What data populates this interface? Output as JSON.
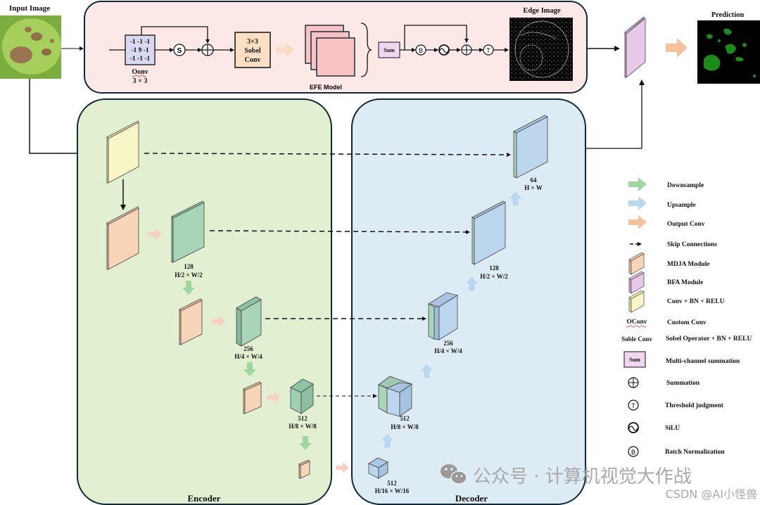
{
  "diagram": {
    "input_image_label": "Input Image",
    "edge_image_label": "Edge Image",
    "prediction_label": "Prediction",
    "efe": {
      "module_label": "EFE Model",
      "kernel_rows": [
        "-1 -1 -1",
        "-1  9 -1",
        "-1 -1 -1"
      ],
      "oconv_label": "Oonv",
      "oconv_size": "3 × 3",
      "sobel_lines": [
        "3×3",
        "Sobel",
        "Conv"
      ],
      "sum_label": "Sum",
      "ops_first": [
        "S",
        "+"
      ],
      "ops_second": [
        "B",
        "~",
        "+",
        "T"
      ]
    },
    "encoder": {
      "label": "Encoder",
      "stages": [
        {
          "channels": "128",
          "size": "H/2 × W/2"
        },
        {
          "channels": "256",
          "size": "H/4 × W/4"
        },
        {
          "channels": "512",
          "size": "H/8 × W/8"
        }
      ]
    },
    "decoder": {
      "label": "Decoder",
      "stages": [
        {
          "channels": "512",
          "size": "H/16 × W/16"
        },
        {
          "channels": "512",
          "size": "H/8 × W/8"
        },
        {
          "channels": "256",
          "size": "H/4 × W/4"
        },
        {
          "channels": "128",
          "size": "H/2 × W/2"
        },
        {
          "channels": "64",
          "size": "H × W"
        }
      ]
    }
  },
  "legend": [
    {
      "icon": "green-arrow",
      "label": "Downsample"
    },
    {
      "icon": "blue-arrow",
      "label": "Upsample"
    },
    {
      "icon": "orange-arrow",
      "label": "Output Conv"
    },
    {
      "icon": "dashed-arrow",
      "label": "Skip Connections"
    },
    {
      "icon": "orange-block",
      "label": "MDJA Module"
    },
    {
      "icon": "purple-block",
      "label": "BFA Module"
    },
    {
      "icon": "yellow-block",
      "label": "Conv + BN + RELU"
    },
    {
      "icon": "oconv-text",
      "symbol": "OConv",
      "label": "Custom Conv"
    },
    {
      "icon": "soble-text",
      "symbol": "Soble Conv",
      "label": "Sobel Operator + BN + RELU"
    },
    {
      "icon": "sum-box",
      "symbol": "Sum",
      "label": "Multi-channel summation"
    },
    {
      "icon": "plus-circle",
      "label": "Summation"
    },
    {
      "icon": "t-circle",
      "label": "Threshold judgment"
    },
    {
      "icon": "silu-circle",
      "label": "SiLU"
    },
    {
      "icon": "b-circle",
      "label": "Batch Normalization"
    }
  ],
  "watermark": {
    "line1": "公众号 · 计算机视觉大作战",
    "line2": "CSDN @AI小怪兽"
  },
  "colors": {
    "efe_bg": "#fde8e8",
    "encoder_bg": "#e2efd0",
    "decoder_bg": "#ddebf5",
    "border": "#0f2a3a",
    "yellow_block": "#f8f6c6",
    "orange_block": "#f8d5b8",
    "green_block": "#a8d4b8",
    "blue_block": "#bcd6ee",
    "purple_block": "#e6c9e6",
    "kernel_box": "#d8d8f0",
    "sobel_box": "#fde0c4",
    "feature_pink": "#f9c3c3",
    "sum_box": "#f0d6f0",
    "arrow_green": "#9fd89f",
    "arrow_blue": "#b9d9f2",
    "arrow_orange": "#f6c29b",
    "leaf_green": "#1a8c1a"
  }
}
